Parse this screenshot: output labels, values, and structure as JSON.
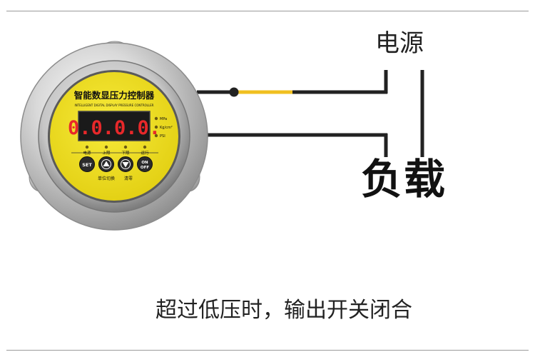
{
  "gauge": {
    "title": "智能数显压力控制器",
    "subtitle": "INTELLIGENT DIGITAL DISPLAY PRESSURE CONTROLLER",
    "display_value": "0.0.0.0.",
    "units": [
      "MPa",
      "Kg/cm²",
      "PSI"
    ],
    "indicators": [
      "电源",
      "上限",
      "下限",
      "运行"
    ],
    "buttons": {
      "set": "SET",
      "onoff_top": "ON",
      "onoff_bottom": "OFF"
    },
    "bottom_labels": [
      "单位切换",
      "清零"
    ]
  },
  "labels": {
    "power": "电源",
    "load": "负载",
    "caption": "超过低压时，输出开关闭合"
  },
  "colors": {
    "face": "#f2e21c",
    "display_bg": "#1a1a1a",
    "digits": "#e8282a",
    "wire": "#222222",
    "wire_highlight": "#f0c020",
    "button": "#2b2b2b"
  }
}
